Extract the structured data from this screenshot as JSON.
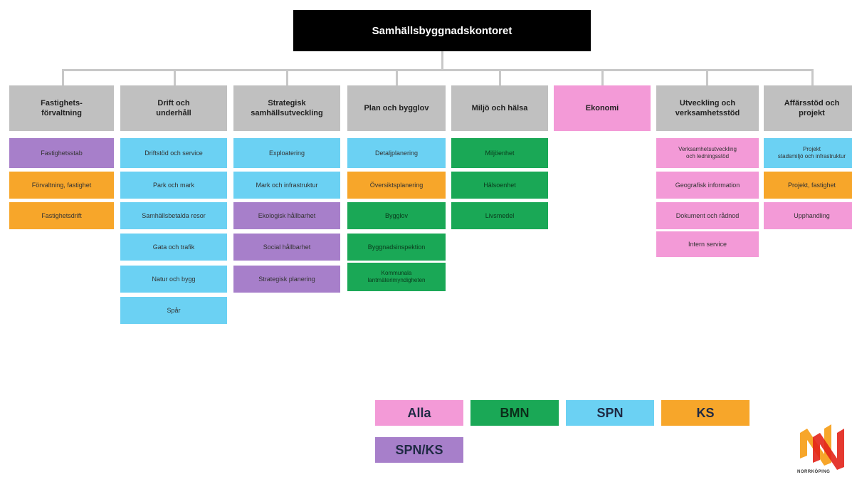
{
  "root": "Samhällsbyggnadskontoret",
  "departments": [
    {
      "label": "Fastighets-\nförvaltning",
      "units": [
        {
          "label": "Fastighetsstab",
          "color": "purple"
        },
        {
          "label": "Förvaltning, fastighet",
          "color": "orange"
        },
        {
          "label": "Fastighetsdrift",
          "color": "orange"
        }
      ]
    },
    {
      "label": "Drift och\nunderhåll",
      "units": [
        {
          "label": "Driftstöd och service",
          "color": "blue"
        },
        {
          "label": "Park och mark",
          "color": "blue"
        },
        {
          "label": "Samhällsbetalda resor",
          "color": "blue"
        },
        {
          "label": "Gata och trafik",
          "color": "blue"
        },
        {
          "label": "Natur och bygg",
          "color": "blue"
        },
        {
          "label": "Spår",
          "color": "blue"
        }
      ]
    },
    {
      "label": "Strategisk\nsamhällsutveckling",
      "units": [
        {
          "label": "Exploatering",
          "color": "blue"
        },
        {
          "label": "Mark och infrastruktur",
          "color": "blue"
        },
        {
          "label": "Ekologisk hållbarhet",
          "color": "purple"
        },
        {
          "label": "Social hållbarhet",
          "color": "purple"
        },
        {
          "label": "Strategisk planering",
          "color": "purple"
        }
      ]
    },
    {
      "label": "Plan och bygglov",
      "units": [
        {
          "label": "Detaljplanering",
          "color": "blue"
        },
        {
          "label": "Översiktsplanering",
          "color": "orange"
        },
        {
          "label": "Bygglov",
          "color": "green"
        },
        {
          "label": "Byggnadsinspektion",
          "color": "green"
        },
        {
          "label": "Kommunala\nlantmäterimyndigheten",
          "color": "green"
        }
      ]
    },
    {
      "label": "Miljö och hälsa",
      "units": [
        {
          "label": "Miljöenhet",
          "color": "green"
        },
        {
          "label": "Hälsoenhet",
          "color": "green"
        },
        {
          "label": "Livsmedel",
          "color": "green"
        }
      ]
    },
    {
      "label": "Ekonomi",
      "units": []
    },
    {
      "label": "Utveckling och\nverksamhetsstöd",
      "units": [
        {
          "label": "Verksamhetsutveckling\noch ledningsstöd",
          "color": "pink"
        },
        {
          "label": "Geografisk information",
          "color": "pink"
        },
        {
          "label": "Dokument och rådnod",
          "color": "pink"
        },
        {
          "label": "Intern service",
          "color": "pink"
        }
      ]
    },
    {
      "label": "Affärsstöd och\nprojekt",
      "units": [
        {
          "label": "Projekt\nstadsmiljö och infrastruktur",
          "color": "blue"
        },
        {
          "label": "Projekt, fastighet",
          "color": "orange"
        },
        {
          "label": "Upphandling",
          "color": "pink"
        }
      ]
    }
  ],
  "legend": [
    {
      "label": "Alla",
      "color": "pink"
    },
    {
      "label": "BMN",
      "color": "green"
    },
    {
      "label": "SPN",
      "color": "blue"
    },
    {
      "label": "KS",
      "color": "orange"
    },
    {
      "label": "SPN/KS",
      "color": "purple"
    }
  ],
  "logo_text": "NORRKÖPING",
  "colors": {
    "pink": "#f39ad7",
    "green": "#1aa856",
    "blue": "#6bd1f3",
    "orange": "#f7a62a",
    "purple": "#a77fca",
    "header_gray": "#c0c0c0",
    "root_bg": "#000000"
  }
}
